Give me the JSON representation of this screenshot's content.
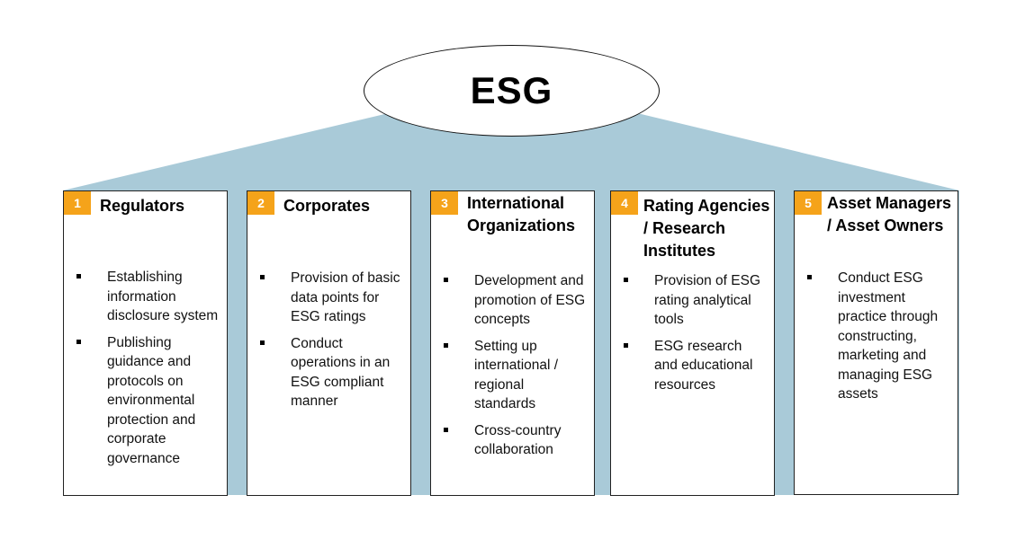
{
  "diagram": {
    "title": "ESG",
    "colors": {
      "backdrop": "#a9cad8",
      "badge": "#f5a31a",
      "border": "#222222"
    },
    "stakeholders": [
      {
        "number": "1",
        "title": "Regulators",
        "points": [
          "Establishing information disclosure system",
          "Publishing guidance and protocols on environmental protection and corporate governance"
        ]
      },
      {
        "number": "2",
        "title": "Corporates",
        "points": [
          "Provision of basic data points for ESG ratings",
          "Conduct operations in an ESG compliant manner"
        ]
      },
      {
        "number": "3",
        "title": "International Organizations",
        "points": [
          "Development and promotion of ESG concepts",
          "Setting up international / regional standards",
          "Cross-country collaboration"
        ]
      },
      {
        "number": "4",
        "title": "Rating Agencies / Research Institutes",
        "points": [
          "Provision of ESG rating analytical tools",
          "ESG research and educational resources"
        ]
      },
      {
        "number": "5",
        "title": "Asset Managers / Asset Owners",
        "points": [
          "Conduct ESG investment practice through constructing, marketing and managing ESG assets"
        ]
      }
    ]
  }
}
